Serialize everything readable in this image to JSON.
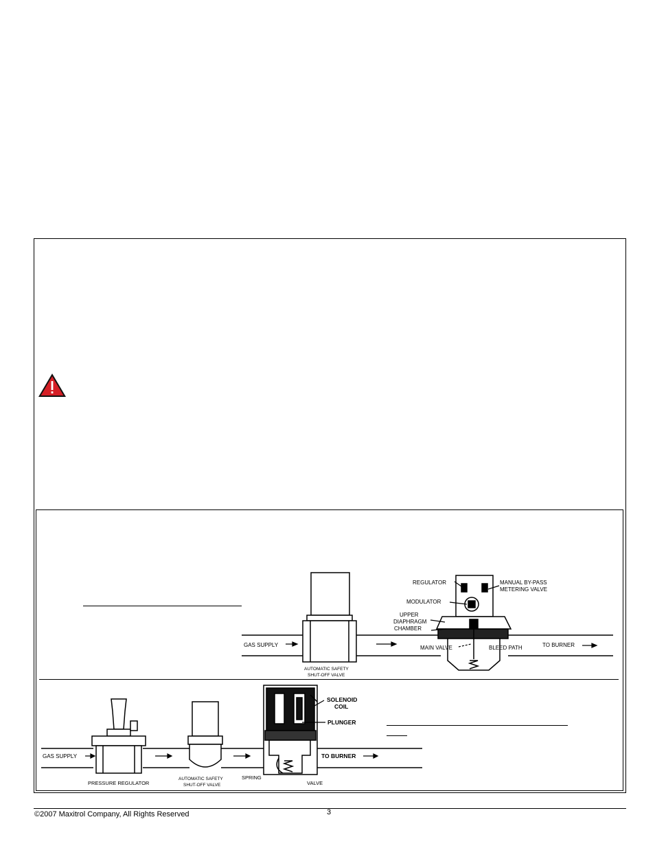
{
  "warning": {
    "icon": "warning-triangle-icon",
    "color": "#d51f26"
  },
  "figure_top": {
    "labels": {
      "regulator": "REGULATOR",
      "manual_bypass_line1": "MANUAL  BY-PASS",
      "manual_bypass_line2": "METERING VALVE",
      "modulator": "MODULATOR",
      "upper_line1": "UPPER",
      "upper_line2": "DIAPHRAGM",
      "upper_line3": "CHAMBER",
      "gas_supply": "GAS SUPPLY",
      "main_valve": "MAIN  VALVE",
      "bleed_path": "BLEED PATH",
      "to_burner": "TO BURNER",
      "shutoff_line1": "AUTOMATIC SAFETY",
      "shutoff_line2": "SHUT-OFF VALVE"
    }
  },
  "figure_bottom": {
    "labels": {
      "solenoid_line1": "SOLENOID",
      "solenoid_line2": "COIL",
      "plunger": "PLUNGER",
      "gas_supply": "GAS SUPPLY",
      "to_burner": "TO  BURNER",
      "pressure_regulator": "PRESSURE REGULATOR",
      "shutoff_line1": "AUTOMATIC SAFETY",
      "shutoff_line2": "SHUT-OFF VALVE",
      "spring": "SPRING",
      "valve": "VALVE"
    }
  },
  "footer": {
    "copyright": "©2007 Maxitrol Company, All Rights Reserved",
    "page_number": "3"
  }
}
